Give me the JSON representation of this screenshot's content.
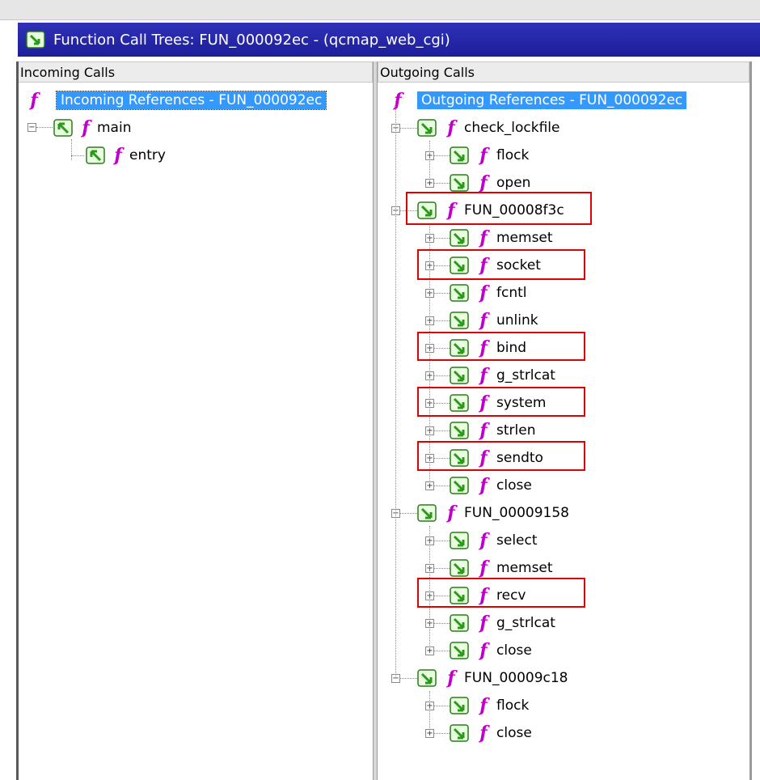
{
  "title": {
    "text": "Function Call Trees: FUN_000092ec -  (qcmap_web_cgi)"
  },
  "incoming": {
    "header": "Incoming Calls",
    "root": "Incoming References - FUN_000092ec",
    "items": [
      {
        "label": "main"
      },
      {
        "label": "entry"
      }
    ]
  },
  "outgoing": {
    "header": "Outgoing Calls",
    "root": "Outgoing References - FUN_000092ec",
    "groups": [
      {
        "label": "check_lockfile",
        "children": [
          {
            "label": "flock"
          },
          {
            "label": "open"
          }
        ]
      },
      {
        "label": "FUN_00008f3c",
        "children": [
          {
            "label": "memset"
          },
          {
            "label": "socket"
          },
          {
            "label": "fcntl"
          },
          {
            "label": "unlink"
          },
          {
            "label": "bind"
          },
          {
            "label": "g_strlcat"
          },
          {
            "label": "system"
          },
          {
            "label": "strlen"
          },
          {
            "label": "sendto"
          },
          {
            "label": "close"
          }
        ]
      },
      {
        "label": "FUN_00009158",
        "children": [
          {
            "label": "select"
          },
          {
            "label": "memset"
          },
          {
            "label": "recv"
          },
          {
            "label": "g_strlcat"
          },
          {
            "label": "close"
          }
        ]
      },
      {
        "label": "FUN_00009c18",
        "children": [
          {
            "label": "flock"
          },
          {
            "label": "close"
          }
        ]
      }
    ]
  },
  "colors": {
    "title_bar": "#2f31b8",
    "selection": "#3399ff",
    "function_icon": "#c000c8",
    "call_icon": "#3aa820",
    "highlight_box": "#e00000"
  },
  "icons": {
    "function": "function-f-icon",
    "outgoing_call": "green-outgoing-arrow-icon",
    "incoming_call": "green-incoming-arrow-icon"
  }
}
